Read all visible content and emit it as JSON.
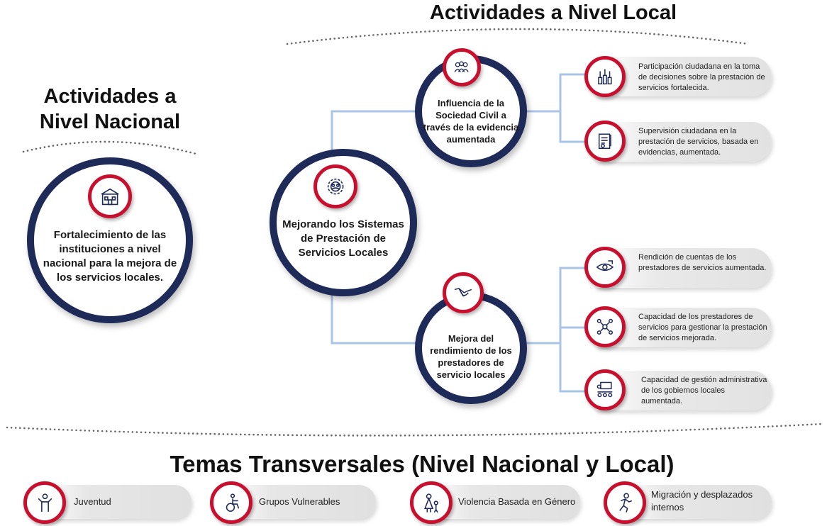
{
  "headings": {
    "local": "Actividades a Nivel Local",
    "nacional": "Actividades a Nivel Nacional",
    "transversales": "Temas Transversales (Nivel Nacional y Local)"
  },
  "nodes": {
    "nacional": "Fortalecimiento de las instituciones a nivel nacional para la mejora de los servicios locales.",
    "main": "Mejorando los Sistemas de Prestación de Servicios Locales",
    "influencia": "Influencia de la Sociedad Civil a través de la evidencia aumentada",
    "mejora": "Mejora del rendimiento de los prestadores de servicio locales"
  },
  "outcomes": [
    {
      "text": "Participación ciudadana en la toma de decisiones sobre la prestación de servicios fortalecida.",
      "icon": "raised-hands-icon"
    },
    {
      "text": "Supervisión ciudadana en la prestación de servicios, basada en evidencias, aumentada.",
      "icon": "checklist-report-icon"
    },
    {
      "text": "Rendición de cuentas de los prestadores de servicios aumentada.",
      "icon": "eye-hand-icon"
    },
    {
      "text": "Capacidad de los prestadores de servicios para gestionar la prestación de servicios mejorada.",
      "icon": "network-people-icon"
    },
    {
      "text": "Capacidad de gestión administrativa de los gobiernos locales aumentada.",
      "icon": "presenter-audience-icon"
    }
  ],
  "themes": [
    {
      "text": "Juventud",
      "icon": "youth-icon"
    },
    {
      "text": "Grupos Vulnerables",
      "icon": "wheelchair-icon"
    },
    {
      "text": "Violencia Basada en Género",
      "icon": "mother-child-icon"
    },
    {
      "text": "Migración y desplazados internos",
      "icon": "running-person-icon"
    }
  ],
  "colors": {
    "navy": "#1e2a58",
    "red": "#c8102e",
    "connector": "#a9c4e6",
    "dots": "#666666"
  }
}
